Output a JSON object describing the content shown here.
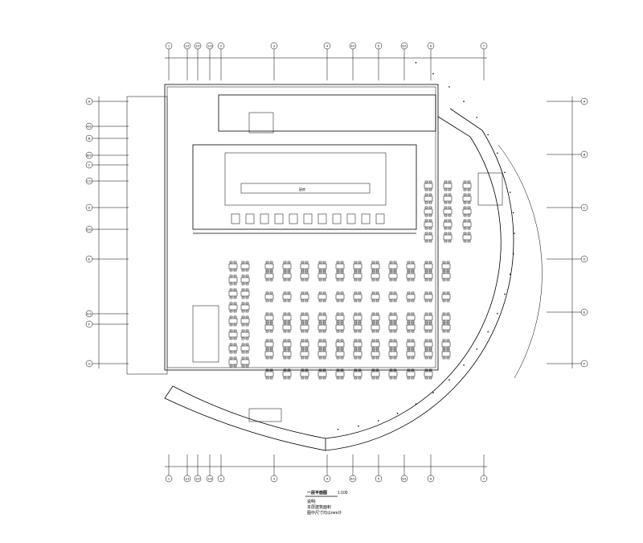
{
  "drawing": {
    "title": "一层平面图",
    "scale": "1:100",
    "grid_top": [
      "1",
      "1/1",
      "1/2",
      "1/3",
      "2",
      "3",
      "4",
      "4/1",
      "5",
      "5/1",
      "6",
      "7"
    ],
    "grid_left": [
      "A",
      "A/1",
      "B",
      "B/1",
      "C",
      "C/1",
      "D",
      "D/1",
      "E",
      "E/1",
      "F",
      "G"
    ],
    "grid_right": [
      "A",
      "B",
      "C",
      "D",
      "E",
      "F"
    ],
    "rooms": {
      "dining": "餐厅",
      "kitchen": "厨房"
    },
    "notes": [
      "说明:",
      "本层建筑面积",
      "图中尺寸均以mm计"
    ]
  }
}
